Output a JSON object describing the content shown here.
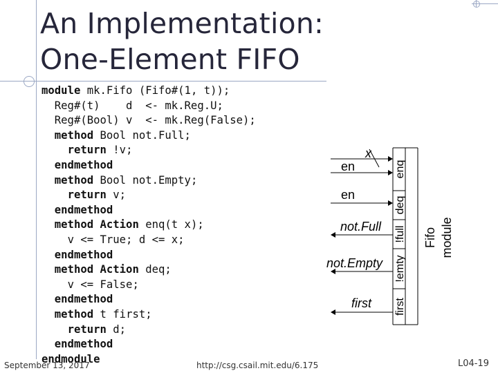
{
  "title": {
    "line1": "An Implementation:",
    "line2": "One-Element FIFO"
  },
  "code_lines": [
    {
      "indent": "",
      "segments": [
        {
          "t": "module",
          "b": true
        },
        {
          "t": " mk.Fifo (Fifo#(1, t));",
          "b": false
        }
      ]
    },
    {
      "indent": "  ",
      "segments": [
        {
          "t": "Reg#(t)    d  <- mk.Reg.U;",
          "b": false
        }
      ]
    },
    {
      "indent": "  ",
      "segments": [
        {
          "t": "Reg#(Bool) v  <- mk.Reg(False);",
          "b": false
        }
      ]
    },
    {
      "indent": "  ",
      "segments": [
        {
          "t": "method",
          "b": true
        },
        {
          "t": " Bool not.Full;",
          "b": false
        }
      ]
    },
    {
      "indent": "    ",
      "segments": [
        {
          "t": "return",
          "b": true
        },
        {
          "t": " !v;",
          "b": false
        }
      ]
    },
    {
      "indent": "  ",
      "segments": [
        {
          "t": "endmethod",
          "b": true
        }
      ]
    },
    {
      "indent": "  ",
      "segments": [
        {
          "t": "method",
          "b": true
        },
        {
          "t": " Bool not.Empty;",
          "b": false
        }
      ]
    },
    {
      "indent": "    ",
      "segments": [
        {
          "t": "return",
          "b": true
        },
        {
          "t": " v;",
          "b": false
        }
      ]
    },
    {
      "indent": "  ",
      "segments": [
        {
          "t": "endmethod",
          "b": true
        }
      ]
    },
    {
      "indent": "  ",
      "segments": [
        {
          "t": "method Action",
          "b": true
        },
        {
          "t": " enq(t x);",
          "b": false
        }
      ]
    },
    {
      "indent": "    ",
      "segments": [
        {
          "t": "v <= True; d <= x;",
          "b": false
        }
      ]
    },
    {
      "indent": "  ",
      "segments": [
        {
          "t": "endmethod",
          "b": true
        }
      ]
    },
    {
      "indent": "  ",
      "segments": [
        {
          "t": "method Action",
          "b": true
        },
        {
          "t": " deq;",
          "b": false
        }
      ]
    },
    {
      "indent": "    ",
      "segments": [
        {
          "t": "v <= False;",
          "b": false
        }
      ]
    },
    {
      "indent": "  ",
      "segments": [
        {
          "t": "endmethod",
          "b": true
        }
      ]
    },
    {
      "indent": "  ",
      "segments": [
        {
          "t": "method",
          "b": true
        },
        {
          "t": " t first;",
          "b": false
        }
      ]
    },
    {
      "indent": "    ",
      "segments": [
        {
          "t": "return",
          "b": true
        },
        {
          "t": " d;",
          "b": false
        }
      ]
    },
    {
      "indent": "  ",
      "segments": [
        {
          "t": "endmethod",
          "b": true
        }
      ]
    },
    {
      "indent": "",
      "segments": [
        {
          "t": "endmodule",
          "b": true
        }
      ]
    }
  ],
  "diagram": {
    "signals": {
      "x": "x",
      "en_enq": "en",
      "en_deq": "en",
      "not_full": "not.Full",
      "not_empty": "not.Empty",
      "first": "first"
    },
    "ports": {
      "enq": "enq",
      "deq": "deq",
      "full": "!full",
      "emty": "!emty",
      "first": "first"
    },
    "module_label_1": "Fifo",
    "module_label_2": "module"
  },
  "footer": {
    "date": "September 13, 2017",
    "url": "http://csg.csail.mit.edu/6.175",
    "slide": "L04-19"
  },
  "colors": {
    "title": "#26263a",
    "decoration": "#9aa7c4",
    "text": "#111111"
  }
}
